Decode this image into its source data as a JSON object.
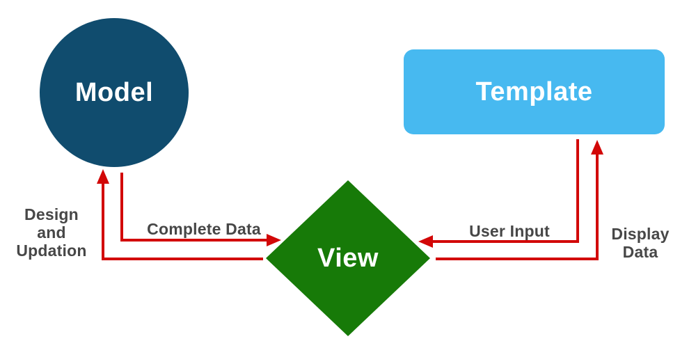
{
  "diagram": {
    "nodes": {
      "model": {
        "label": "Model",
        "shape": "circle",
        "color": "#104c6e",
        "text_color": "#ffffff"
      },
      "template": {
        "label": "Template",
        "shape": "rounded-rect",
        "color": "#47b9f0",
        "text_color": "#ffffff"
      },
      "view": {
        "label": "View",
        "shape": "diamond",
        "color": "#177a08",
        "text_color": "#ffffff"
      }
    },
    "edges": {
      "design_updation": {
        "label": "Design\nand\nUpdation",
        "from": "View",
        "to": "Model"
      },
      "complete_data": {
        "label": "Complete Data",
        "from": "Model",
        "to": "View"
      },
      "user_input": {
        "label": "User Input",
        "from": "Template",
        "to": "View"
      },
      "display_data": {
        "label": "Display\nData",
        "from": "View",
        "to": "Template"
      }
    },
    "arrow_color": "#d20707",
    "label_color": "#474747",
    "background_color": "#ffffff"
  }
}
